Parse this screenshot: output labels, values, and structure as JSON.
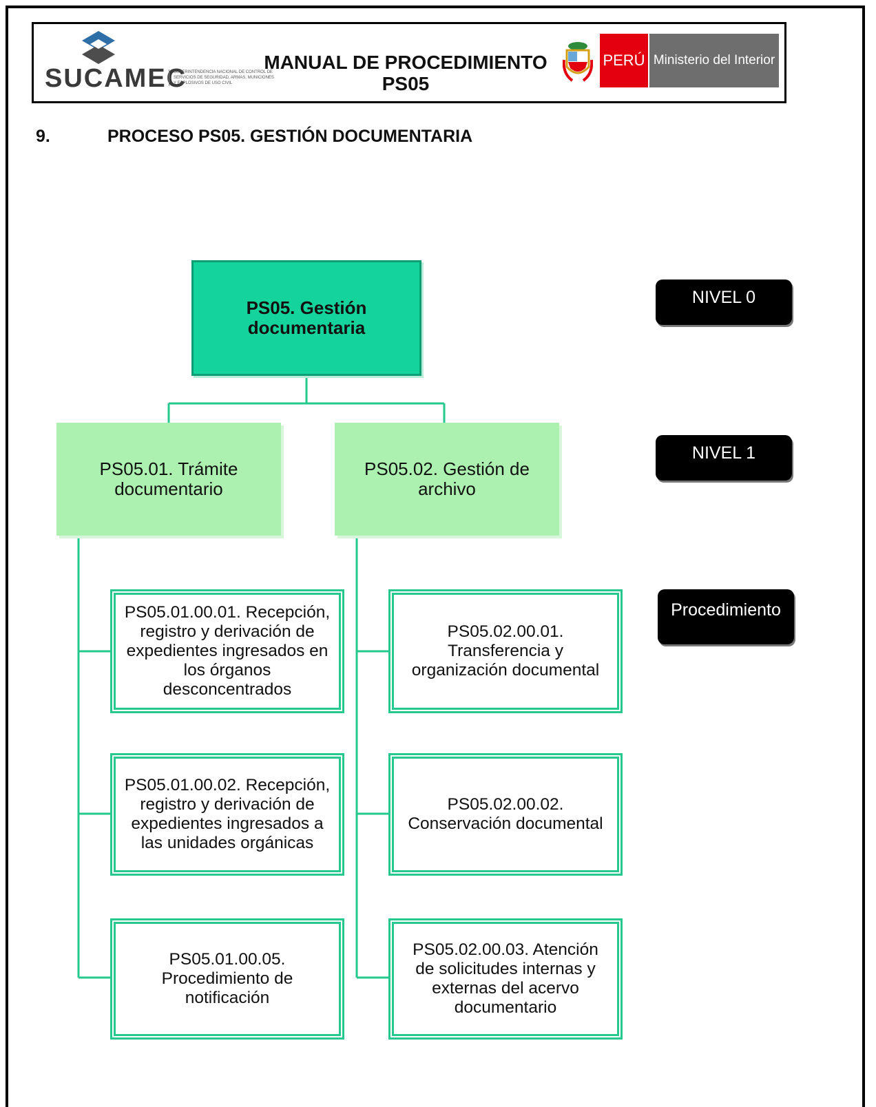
{
  "header": {
    "logo_name": "SUCAMEC",
    "logo_subtitle": "SUPERINTENDENCIA NACIONAL DE CONTROL DE SERVICIOS DE SEGURIDAD, ARMAS, MUNICIONES Y EXPLOSIVOS DE USO CIVIL",
    "title_line1": "MANUAL DE PROCEDIMIENTO",
    "title_line2": "PS05",
    "country": "PERÚ",
    "ministry": "Ministerio del Interior"
  },
  "section": {
    "number": "9.",
    "title": "PROCESO PS05. GESTIÓN DOCUMENTARIA"
  },
  "levels": {
    "level0": "NIVEL 0",
    "level1": "NIVEL 1",
    "procedure": "Procedimiento"
  },
  "tree": {
    "root": "PS05. Gestión documentaria",
    "branches": [
      {
        "label": "PS05.01. Trámite documentario",
        "procedures": [
          "PS05.01.00.01. Recepción, registro y derivación de expedientes ingresados en los órganos desconcentrados",
          "PS05.01.00.02. Recepción, registro y derivación de expedientes ingresados a las unidades orgánicas",
          "PS05.01.00.05. Procedimiento de notificación"
        ]
      },
      {
        "label": "PS05.02. Gestión de archivo",
        "procedures": [
          "PS05.02.00.01. Transferencia y organización documental",
          "PS05.02.00.02. Conservación documental",
          "PS05.02.00.03. Atención de solicitudes internas y externas del acervo documentario"
        ]
      }
    ]
  },
  "colors": {
    "root_fill": "#14d39b",
    "level1_fill": "#adf1b0",
    "connector": "#25c98d",
    "badge": "#000000",
    "peru_red": "#e3000f"
  }
}
